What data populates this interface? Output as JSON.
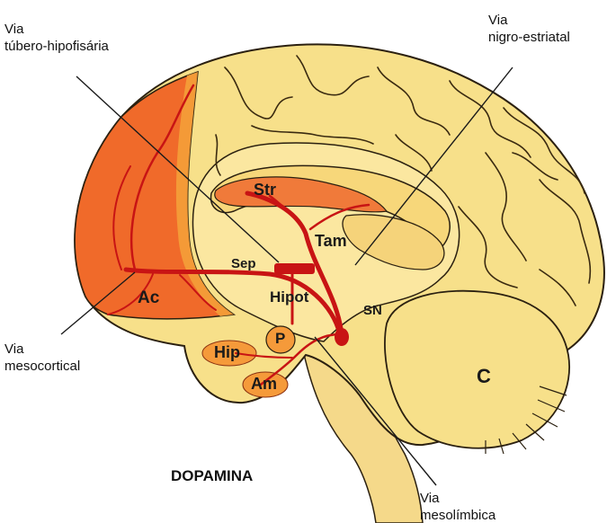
{
  "title": "DOPAMINA",
  "pathways": {
    "tuberohypophyseal": {
      "line1": "Via",
      "line2": "túbero-hipofisária"
    },
    "nigrostriatal": {
      "line1": "Via",
      "line2": "nigro-estriatal"
    },
    "mesocortical": {
      "line1": "Via",
      "line2": "mesocortical"
    },
    "mesolimbic": {
      "line1": "Via",
      "line2": "mesolímbica"
    }
  },
  "regions": {
    "str": "Str",
    "tam": "Tam",
    "sep": "Sep",
    "hipot": "Hipot",
    "sn": "SN",
    "ac": "Ac",
    "p": "P",
    "hip": "Hip",
    "am": "Am",
    "c": "C"
  },
  "colors": {
    "brain_fill": "#f7e08a",
    "brain_light": "#faeaa8",
    "sulci": "#3a2a10",
    "frontal_cortex": "#f06a2a",
    "frontal_cortex_edge": "#f4a23a",
    "limbic_fill": "#f59a3a",
    "pathway_red": "#c81414",
    "leader_line": "#1a1a1a"
  }
}
